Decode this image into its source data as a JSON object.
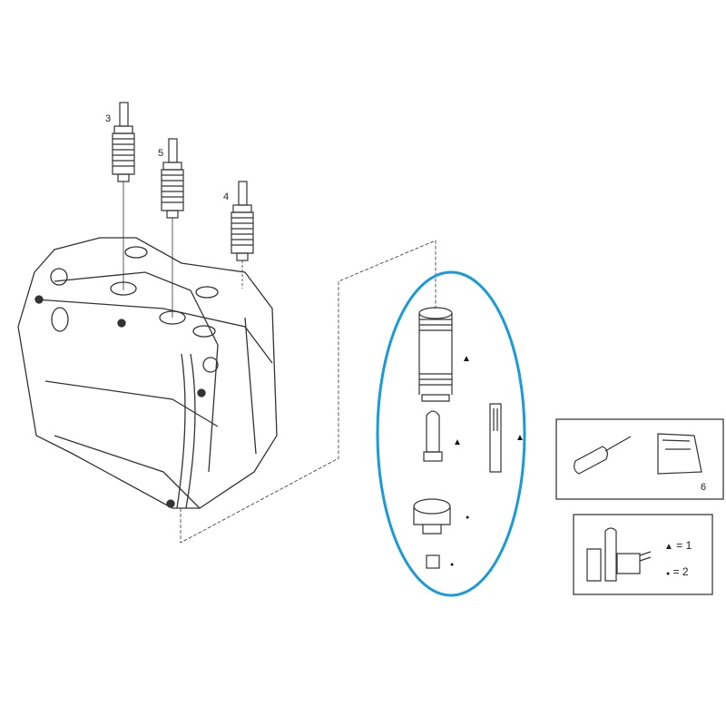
{
  "diagram": {
    "type": "exploded-parts-view",
    "callouts": [
      {
        "id": "part-3",
        "label": "3"
      },
      {
        "id": "part-5",
        "label": "5"
      },
      {
        "id": "part-4",
        "label": "4"
      },
      {
        "id": "part-6",
        "label": "6"
      }
    ],
    "kit_markers": {
      "triangle": "▲",
      "dot": "●"
    },
    "legend": {
      "rows": [
        {
          "symbol": "▲",
          "text": "= 1"
        },
        {
          "symbol": "●",
          "text": "= 2"
        }
      ]
    },
    "colors": {
      "line": "#333333",
      "highlight_ellipse": "#1a9ad6",
      "background": "#ffffff"
    }
  }
}
